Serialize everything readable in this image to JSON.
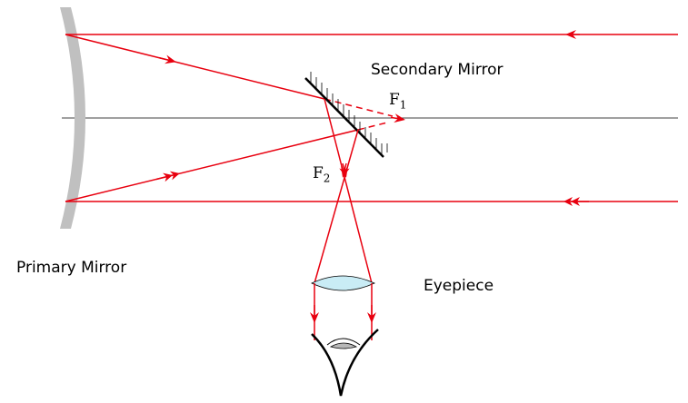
{
  "labels": {
    "secondary_mirror": "Secondary Mirror",
    "primary_mirror": "Primary Mirror",
    "eyepiece": "Eyepiece",
    "focus_1": {
      "letter": "F",
      "index": "1"
    },
    "focus_2": {
      "letter": "F",
      "index": "2"
    }
  },
  "colors": {
    "ray": "#e8000f",
    "primary_mirror": "#c0c0c0",
    "lens": "#c9ecf5",
    "axis": "#000000",
    "outline": "#000000"
  }
}
